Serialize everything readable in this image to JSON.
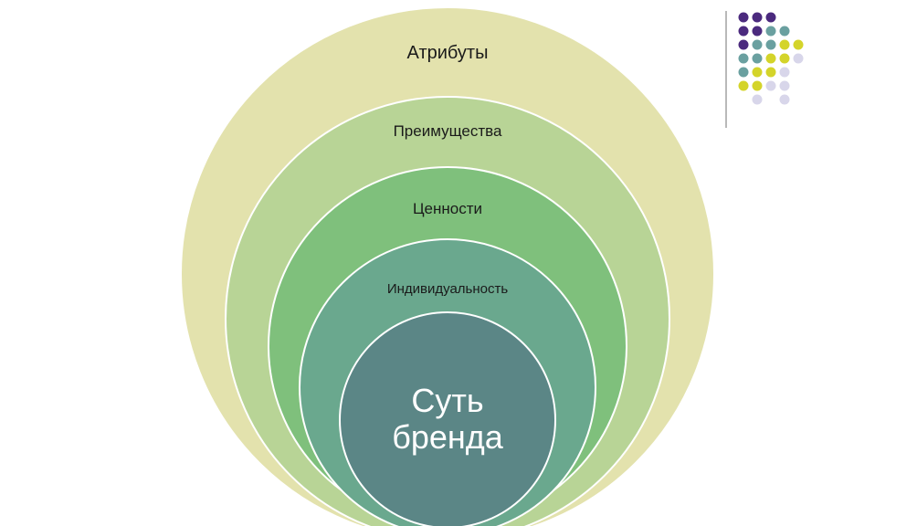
{
  "diagram": {
    "rings": [
      {
        "label": "Атрибуты",
        "fill": "#e3e2ad"
      },
      {
        "label": "Преимущества",
        "fill": "#b8d496"
      },
      {
        "label": "Ценности",
        "fill": "#7fc07c"
      },
      {
        "label": "Индивидуальность",
        "fill": "#6aa88e"
      }
    ],
    "core": {
      "line1": "Суть",
      "line2": "бренда",
      "fill": "#5b8686"
    },
    "ring_stroke": "#ffffff"
  },
  "decoration": {
    "divider_color": "#8a8a8a",
    "dot_colors": {
      "purple": "#4b2a7e",
      "teal": "#6aa0a0",
      "yellow": "#d4d42a",
      "lavender": "#d8d6ea"
    }
  }
}
